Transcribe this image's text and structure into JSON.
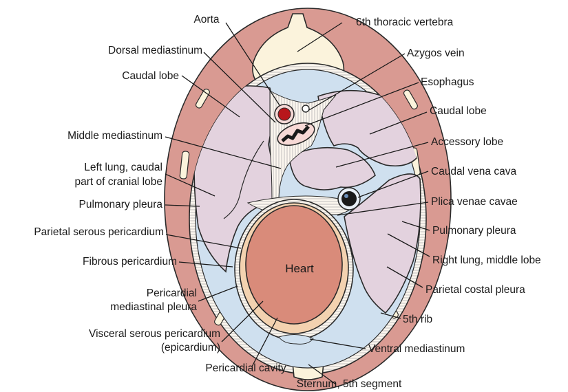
{
  "colors": {
    "muscle": "#d99a92",
    "pleura_space": "#cfe0ef",
    "lung": "#e3d2de",
    "pericardium_fibrous": "#f3d2b0",
    "heart": "#d98b7a",
    "bone": "#fbf3dc",
    "stroke": "#2a2a2a"
  },
  "labels": {
    "aorta": "Aorta",
    "thoracic_vertebra": "6th thoracic vertebra",
    "dorsal_mediastinum": "Dorsal mediastinum",
    "azygos_vein": "Azygos vein",
    "caudal_lobe_left": "Caudal lobe",
    "esophagus": "Esophagus",
    "caudal_lobe_right": "Caudal lobe",
    "middle_mediastinum": "Middle mediastinum",
    "accessory_lobe": "Accessory lobe",
    "left_lung_line1": "Left lung, caudal",
    "left_lung_line2": "part of cranial lobe",
    "caudal_vena_cava": "Caudal vena cava",
    "pulmonary_pleura_left": "Pulmonary pleura",
    "plica_venae_cavae": "Plica venae cavae",
    "parietal_serous_pericardium": "Parietal serous pericardium",
    "pulmonary_pleura_right": "Pulmonary pleura",
    "fibrous_pericardium": "Fibrous pericardium",
    "right_lung_middle_lobe": "Right lung, middle lobe",
    "heart": "Heart",
    "pericardial_pleura_line1": "Pericardial",
    "pericardial_pleura_line2": "mediastinal pleura",
    "parietal_costal_pleura": "Parietal costal pleura",
    "fifth_rib": "5th rib",
    "visceral_line1": "Visceral serous pericardium",
    "visceral_line2": "(epicardium)",
    "ventral_mediastinum": "Ventral mediastinum",
    "pericardial_cavity": "Pericardial cavity",
    "sternum": "Sternum, 5th segment"
  }
}
